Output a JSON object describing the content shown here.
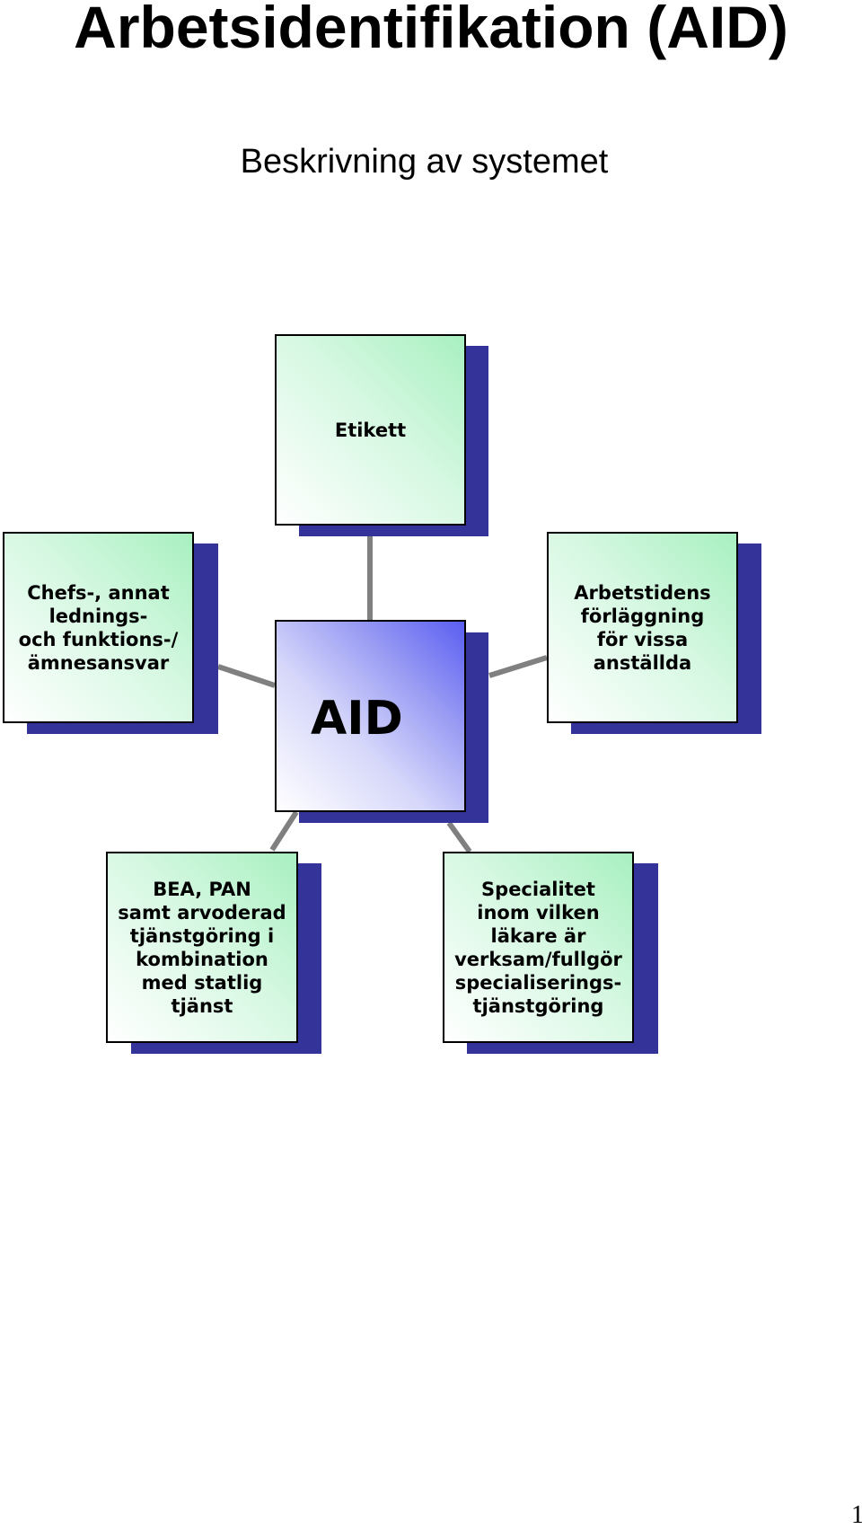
{
  "title": "Arbetsidentifikation (AID)",
  "subtitle": "Beskrivning av systemet",
  "colors": {
    "shadow": "#333399",
    "connector": "#808080",
    "node_gradient_green": "#a8f0c0",
    "center_gradient_blue": "#5a5ef0"
  },
  "diagram": {
    "center": "AID",
    "top": "Etikett",
    "left": "Chefs-, annat\nlednings-\noch funktions-/\nämnesansvar",
    "right": "Arbetstidens\nförläggning\nför vissa\nanställda",
    "bottom_left": "BEA, PAN\nsamt arvoderad\ntjänstgöring i\nkombination\nmed statlig\ntjänst",
    "bottom_right": "Specialitet\ninom vilken\nläkare är\nverksam/fullgör\nspecialiserings-\ntjänstgöring"
  },
  "page_number": "1"
}
